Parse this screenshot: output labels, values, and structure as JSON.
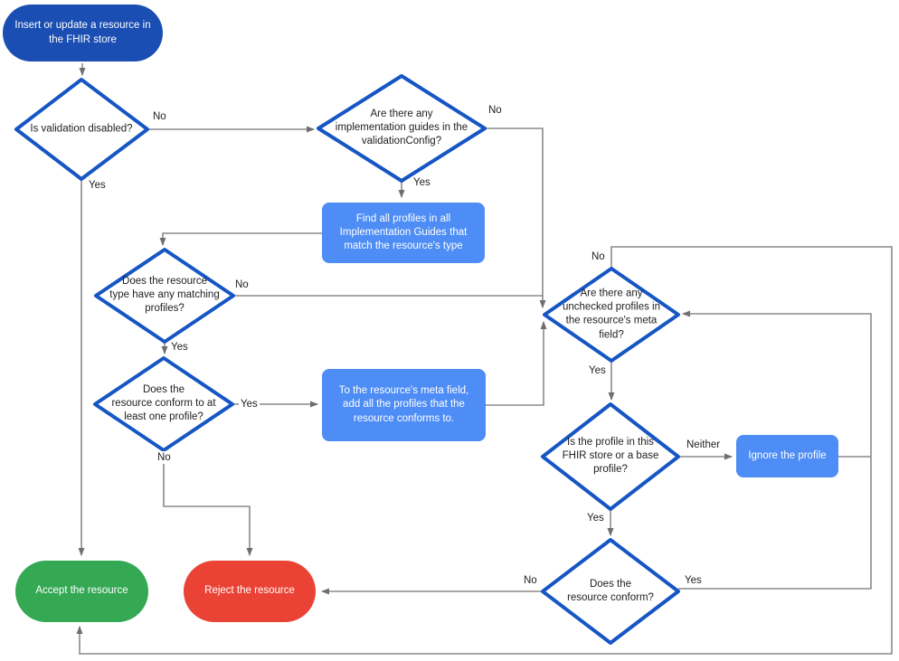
{
  "colors": {
    "start_fill": "#1a4eb2",
    "decision_stroke": "#1656c4",
    "process_fill": "#4d8df5",
    "accept_fill": "#34a853",
    "reject_fill": "#ea4335",
    "line": "#8a8a8a",
    "arrow": "#6f6f6f",
    "text_dark": "#212121",
    "text_light": "#ffffff"
  },
  "nodes": {
    "start": "Insert or update a resource in\nthe FHIR store",
    "is_validation_disabled": "Is validation disabled?",
    "any_implementation_guides": "Are there any\nimplementation guides in the\nvalidationConfig?",
    "find_all_profiles": "Find all profiles in all\nImplementation Guides that\nmatch the resource's type",
    "any_matching_profiles": "Does the resource\ntype have any matching\nprofiles?",
    "conforms_to_one_profile": "Does the\nresource conform to at\nleast one profile?",
    "add_profiles_to_meta": "To the resource's meta field,\nadd all the profiles that the\nresource conforms to.",
    "any_unchecked_profiles": "Are there any\nunchecked profiles in\nthe resource's meta\nfield?",
    "profile_in_store_or_base": "Is the profile in this\nFHIR store or a base\nprofile?",
    "ignore_profile": "Ignore the profile",
    "does_resource_conform": "Does the\nresource conform?",
    "accept": "Accept the resource",
    "reject": "Reject the resource"
  },
  "edge_labels": {
    "validation_disabled_no": "No",
    "validation_disabled_yes": "Yes",
    "implementation_guides_no": "No",
    "implementation_guides_yes": "Yes",
    "matching_profiles_no": "No",
    "matching_profiles_yes": "Yes",
    "conforms_one_yes": "Yes",
    "conforms_one_no": "No",
    "unchecked_profiles_no": "No",
    "unchecked_profiles_yes": "Yes",
    "profile_store_neither": "Neither",
    "profile_store_yes": "Yes",
    "resource_conform_yes": "Yes",
    "resource_conform_no": "No"
  }
}
